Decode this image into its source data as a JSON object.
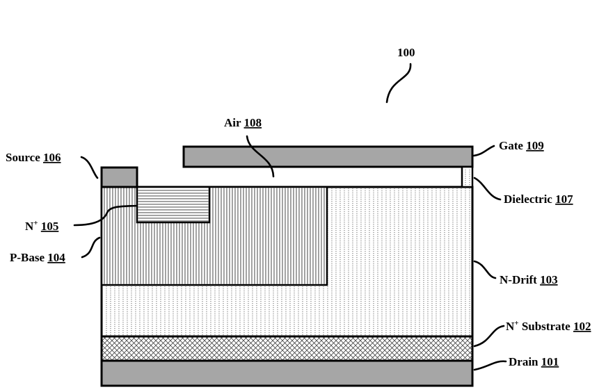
{
  "figure": {
    "reference": "100"
  },
  "labels": {
    "source": {
      "name": "Source",
      "number": "106"
    },
    "air": {
      "name": "Air",
      "number": "108"
    },
    "gate": {
      "name": "Gate",
      "number": "109"
    },
    "dielectric": {
      "name": "Dielectric",
      "number": "107"
    },
    "nplus": {
      "name": "N",
      "sup": "+",
      "number": "105"
    },
    "pbase": {
      "name": "P-Base",
      "number": "104"
    },
    "ndrift": {
      "name": "N-Drift",
      "number": "103"
    },
    "substrate": {
      "name": "N",
      "sup": "+",
      "suffix": " Substrate",
      "number": "102"
    },
    "drain": {
      "name": "Drain",
      "number": "101"
    }
  },
  "colors": {
    "metal": "#a6a6a6",
    "outline": "#000000",
    "background": "#ffffff"
  }
}
